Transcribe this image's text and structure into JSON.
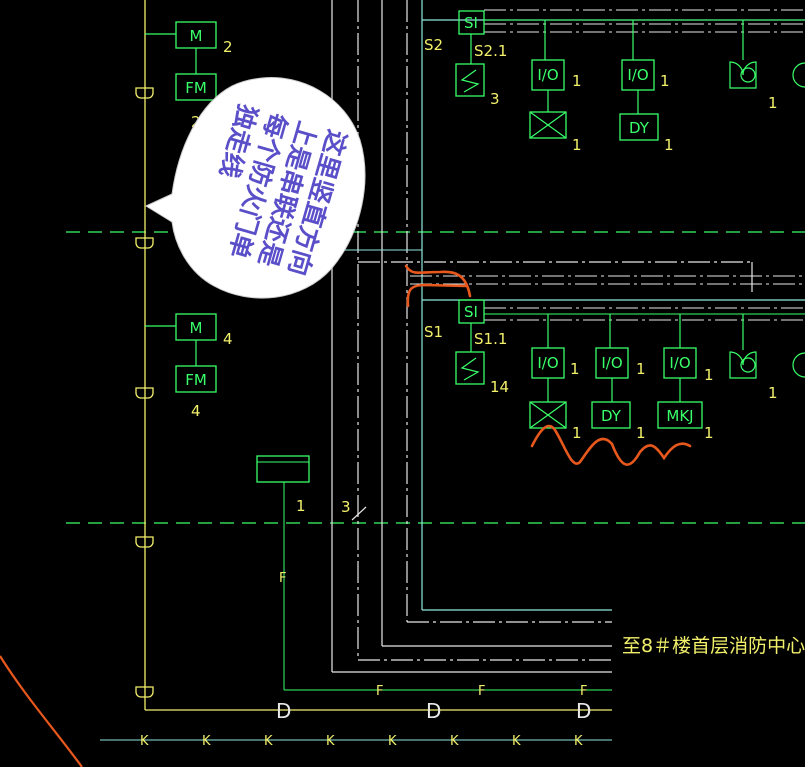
{
  "colors": {
    "background": "#000000",
    "green": "#39ff6a",
    "yellow": "#f2f06a",
    "cyan": "#8fe8e0",
    "white": "#e8e8e8",
    "orange": "#e8581c",
    "bubble_fill": "#ffffff",
    "bubble_text": "#5a4fc8"
  },
  "modules": {
    "m_top": "M",
    "fm_top": "FM",
    "m_top_count": "2",
    "fm_top_count": "2",
    "m_mid": "M",
    "fm_mid": "FM",
    "m_mid_count": "4",
    "fm_mid_count": "4"
  },
  "upper_branch": {
    "si": "SI",
    "s2": "S2",
    "s2_1": "S2.1",
    "smoke_count": "3",
    "io1": "I/O",
    "io1_count": "1",
    "io2": "I/O",
    "io2_count": "1",
    "dy": "DY",
    "dy_count": "1",
    "valve_count": "1",
    "bell_count": "1"
  },
  "lower_branch": {
    "si": "SI",
    "s1": "S1",
    "s1_1": "S1.1",
    "smoke_count": "14",
    "io1": "I/O",
    "io1_count": "1",
    "io2": "I/O",
    "io2_count": "1",
    "io3": "I/O",
    "io3_count": "1",
    "dy": "DY",
    "dy_count": "1",
    "mkj": "MKJ",
    "mkj_count": "1",
    "valve_count": "1",
    "bell_count": "1"
  },
  "panel_count": "1",
  "cable_count": "3",
  "line_marks": {
    "f": "F",
    "k": "K",
    "d": "D"
  },
  "destination_label": "至8＃楼首层消防中心",
  "annotation": {
    "lines": [
      "这里竖直方向",
      "上是串联还是",
      "每个防火门单",
      "独走线"
    ]
  }
}
